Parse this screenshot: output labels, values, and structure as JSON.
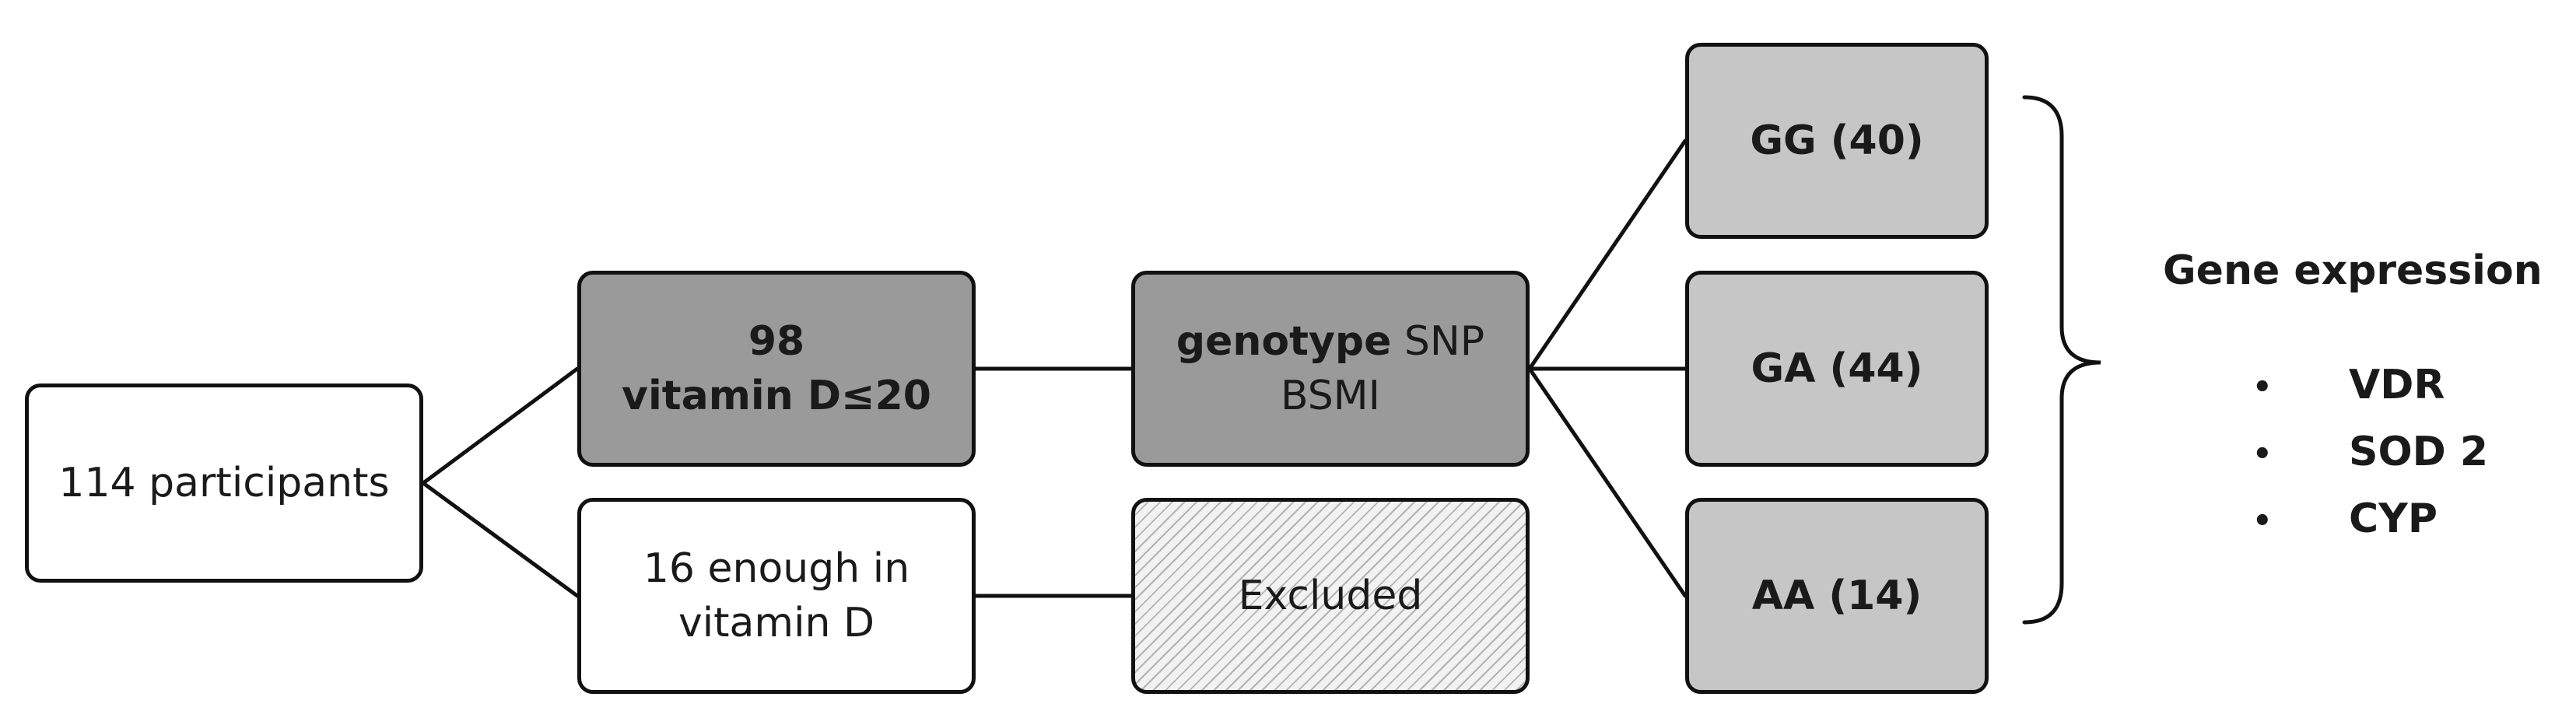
{
  "diagram": {
    "participants": {
      "label": "114 participants"
    },
    "deficient": {
      "count": "98",
      "label": "vitamin D≤20"
    },
    "enough": {
      "line1": "16 enough in",
      "line2": "vitamin D"
    },
    "genotype": {
      "bold": "genotype",
      "rest": " SNP",
      "line2": "BSMI"
    },
    "excluded": {
      "label": "Excluded"
    },
    "genotypes": [
      {
        "label": "GG (40)"
      },
      {
        "label": "GA (44)"
      },
      {
        "label": "AA (14)"
      }
    ],
    "expression": {
      "title": "Gene expression",
      "bullet": "•",
      "genes": [
        "VDR",
        "SOD 2",
        "CYP"
      ]
    }
  },
  "colors": {
    "line": "#111111",
    "dark_fill": "#9a9a9a",
    "light_fill": "#c6c6c6",
    "white_fill": "#ffffff",
    "hatch": "#b3b3b3"
  }
}
